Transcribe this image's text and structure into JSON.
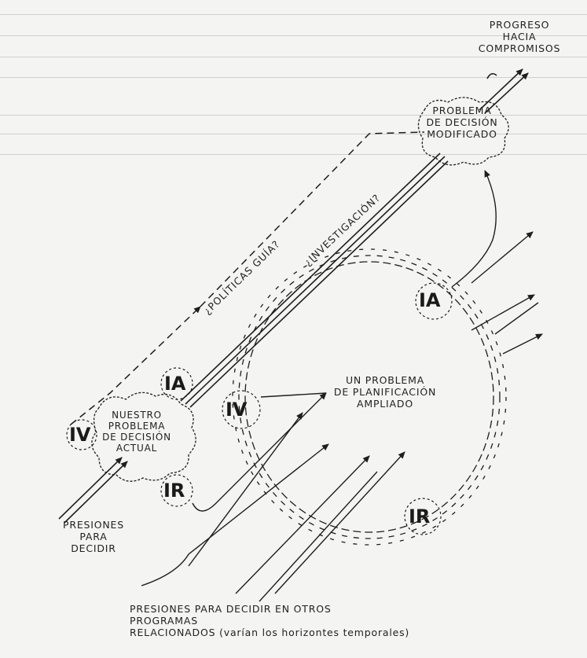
{
  "labels": {
    "progress": [
      "PROGRESO",
      "HACIA",
      "COMPROMISOS"
    ],
    "modified_problem": [
      "PROBLEMA",
      "DE DECISIÓN",
      "MODIFICADO"
    ],
    "current_problem": [
      "NUESTRO",
      "PROBLEMA",
      "DE DECISIÓN",
      "ACTUAL"
    ],
    "extended_problem": [
      "UN PROBLEMA",
      "DE PLANIFICACIÓN",
      "AMPLIADO"
    ],
    "pressures": [
      "PRESIONES",
      "PARA",
      "DECIDIR"
    ],
    "other_programs": [
      "PRESIONES PARA DECIDIR EN OTROS",
      "PROGRAMAS",
      "RELACIONADOS (varían los horizontes temporales)"
    ],
    "guide_policies": "¿POLÍTICAS GUÍA?",
    "research": "¿INVESTIGACIÓN?"
  },
  "markers": {
    "ia": "IA",
    "iv": "IV",
    "ir": "IR"
  }
}
